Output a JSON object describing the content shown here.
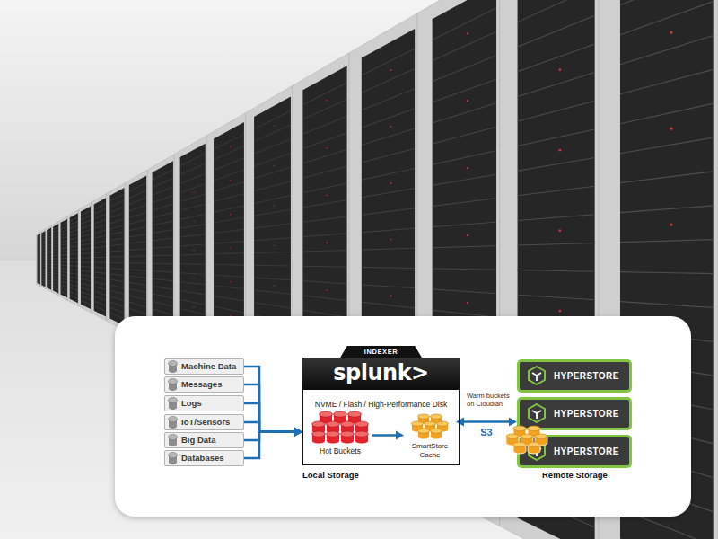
{
  "diagram": {
    "nodes": [
      {
        "text": [
          "Machine Data"
        ]
      },
      {
        "text": [
          "Messages"
        ]
      },
      {
        "text": [
          "Logs"
        ]
      },
      {
        "text": [
          "IoT/Sensors"
        ]
      },
      {
        "text": [
          "Big Data"
        ]
      },
      {
        "text": [
          "Databases"
        ]
      },
      {
        "text": [
          "INDEXER",
          "splunk>",
          "NVME / Flash / High-Performance Disk"
        ]
      },
      {
        "text": [
          "Hot Buckets"
        ],
        "in": 6
      },
      {
        "text": [
          "SmartStore Cache"
        ],
        "in": 6
      },
      {
        "text": [
          "HYPERSTORE"
        ]
      },
      {
        "text": [
          "HYPERSTORE"
        ]
      },
      {
        "text": [
          "HYPERSTORE"
        ]
      }
    ],
    "edges": [
      {
        "from": 0,
        "to": 6,
        "arrow": "to"
      },
      {
        "from": 1,
        "to": 6,
        "arrow": "to"
      },
      {
        "from": 2,
        "to": 6,
        "arrow": "to"
      },
      {
        "from": 3,
        "to": 6,
        "arrow": "to"
      },
      {
        "from": 4,
        "to": 6,
        "arrow": "to"
      },
      {
        "from": 5,
        "to": 6,
        "arrow": "to"
      },
      {
        "from": 7,
        "to": 8,
        "arrow": "to"
      },
      {
        "from": 8,
        "to": 10,
        "label": "S3",
        "arrow": "both"
      }
    ],
    "labels": [
      "Warm buckets on Cloudian",
      "Local Storage",
      "Remote Storage"
    ]
  }
}
